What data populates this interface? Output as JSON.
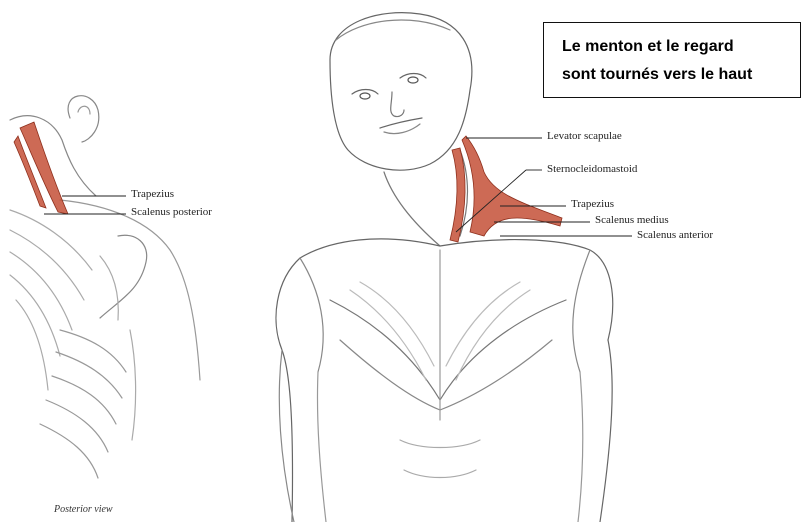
{
  "posterior_view": {
    "labels": {
      "trapezius": "Trapezius",
      "scalenus_posterior": "Scalenus posterior"
    },
    "caption": "Posterior view"
  },
  "anterior_view": {
    "labels": {
      "levator_scapulae": "Levator scapulae",
      "sternocleidomastoid": "Sternocleidomastoid",
      "trapezius": "Trapezius",
      "scalenus_medius": "Scalenus medius",
      "scalenus_anterior": "Scalenus anterior"
    }
  },
  "note": {
    "line1": "Le menton et le regard",
    "line2": "sont tournés vers le haut"
  },
  "colors": {
    "highlight_muscle": "#c2492f",
    "sketch": "#6b6b6b",
    "leader": "#222222"
  }
}
